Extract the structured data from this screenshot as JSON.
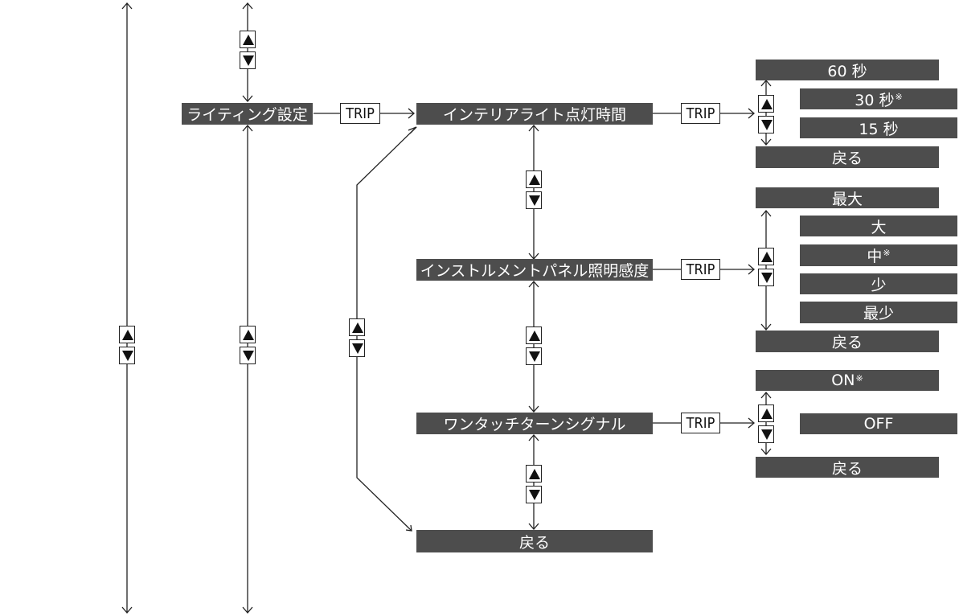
{
  "main": {
    "lighting": "ライティング設定",
    "interior": "インテリアライト点灯時間",
    "panel": "インストルメントパネル照明感度",
    "signal": "ワンタッチターンシグナル",
    "back": "戻る"
  },
  "trip_label": "TRIP",
  "interior_options": {
    "o60": "60 秒",
    "o30": "30 秒",
    "o15": "15 秒",
    "back": "戻る",
    "default_mark": "※"
  },
  "panel_options": {
    "max": "最大",
    "large": "大",
    "mid": "中",
    "small": "少",
    "min": "最少",
    "back": "戻る",
    "default_mark": "※"
  },
  "signal_options": {
    "on": "ON",
    "off": "OFF",
    "back": "戻る",
    "default_mark": "※"
  },
  "icons": {
    "up": "up-triangle-icon",
    "down": "down-triangle-icon"
  }
}
